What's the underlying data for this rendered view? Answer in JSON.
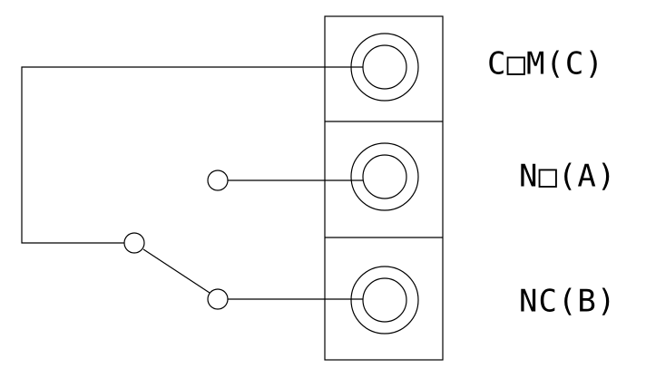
{
  "terminals": [
    {
      "id": "com",
      "label": "C□M(C)"
    },
    {
      "id": "no",
      "label": "N□(A)"
    },
    {
      "id": "nc",
      "label": "NC(B)"
    }
  ]
}
